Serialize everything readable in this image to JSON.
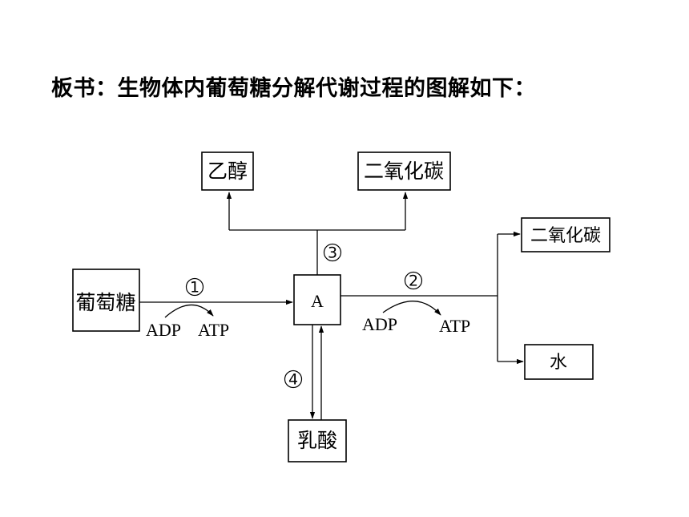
{
  "heading": "板书：生物体内葡萄糖分解代谢过程的图解如下：",
  "nodes": {
    "glucose": "葡萄糖",
    "a": "A",
    "ethanol": "乙醇",
    "co2_top": "二氧化碳",
    "co2_right": "二氧化碳",
    "water": "水",
    "lactic_acid": "乳酸"
  },
  "steps": {
    "s1": "1",
    "s2": "2",
    "s3": "3",
    "s4": "4"
  },
  "energy": {
    "adp_1": "ADP",
    "atp_1": "ATP",
    "adp_2": "ADP",
    "atp_2": "ATP"
  }
}
